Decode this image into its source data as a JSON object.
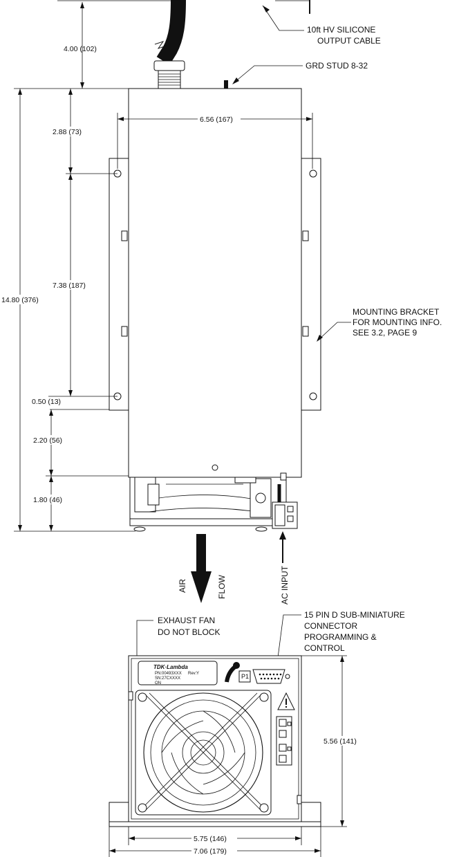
{
  "labels": {
    "cable_line1": "10ft HV SILICONE",
    "cable_line2": "OUTPUT CABLE",
    "grd_stud": "GRD STUD 8-32",
    "bracket_line1": "MOUNTING BRACKET",
    "bracket_line2": "FOR MOUNTING INFO.",
    "bracket_line3": "SEE 3.2, PAGE 9",
    "air": "AIR",
    "flow": "FLOW",
    "ac_input": "AC INPUT",
    "fan_line1": "EXHAUST FAN",
    "fan_line2": "DO NOT BLOCK",
    "conn_line1": "15 PIN D SUB-MINIATURE",
    "conn_line2": "CONNECTOR",
    "conn_line3": "PROGRAMMING &",
    "conn_line4": "CONTROL"
  },
  "dimensions": {
    "cable": "4.00 (102)",
    "width_top": "6.56  (167)",
    "top_to_hole": "2.88  (73)",
    "hole_spacing": "7.38  (187)",
    "overall_length": "14.80  (376)",
    "hole_to_edge": "0.50  (13)",
    "lower_section": "2.20  (56)",
    "fan_section": "1.80  (46)",
    "front_height": "5.56  (141)",
    "front_width": "5.75  (146)",
    "front_overall": "7.06  (179)"
  },
  "nameplate": {
    "brand": "TDK·Lambda",
    "pn_prefix": "PN:",
    "pn": "00493XXX",
    "rev_prefix": "Rev:",
    "rev": "Y",
    "sn_prefix": "SN:",
    "sn": "27CXXXX",
    "on": "ON",
    "p1": "P1"
  }
}
